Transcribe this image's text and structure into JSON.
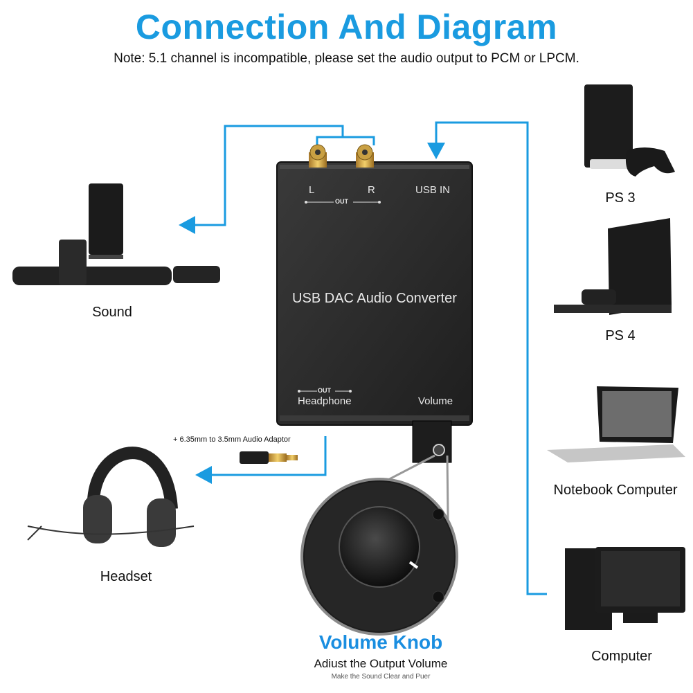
{
  "header": {
    "title": "Connection And Diagram",
    "note": "Note: 5.1 channel is incompatible, please set the audio output to PCM or LPCM."
  },
  "device": {
    "name": "USB DAC Audio Converter",
    "left_label": "L",
    "right_label": "R",
    "out_label": "OUT",
    "usb_label": "USB IN",
    "headphone_out_label": "OUT",
    "headphone_label": "Headphone",
    "volume_label": "Volume"
  },
  "outputs": {
    "sound": "Sound",
    "headset": "Headset",
    "adaptor": "+ 6.35mm to 3.5mm Audio Adaptor"
  },
  "sources": {
    "ps3": "PS 3",
    "ps4": "PS 4",
    "notebook": "Notebook Computer",
    "computer": "Computer"
  },
  "knob": {
    "title": "Volume Knob",
    "subtitle": "Adiust the Output Volume",
    "caption": "Make the Sound Clear and Puer"
  },
  "colors": {
    "accent": "#1a9be0",
    "device_body": "#2b2b2b"
  }
}
